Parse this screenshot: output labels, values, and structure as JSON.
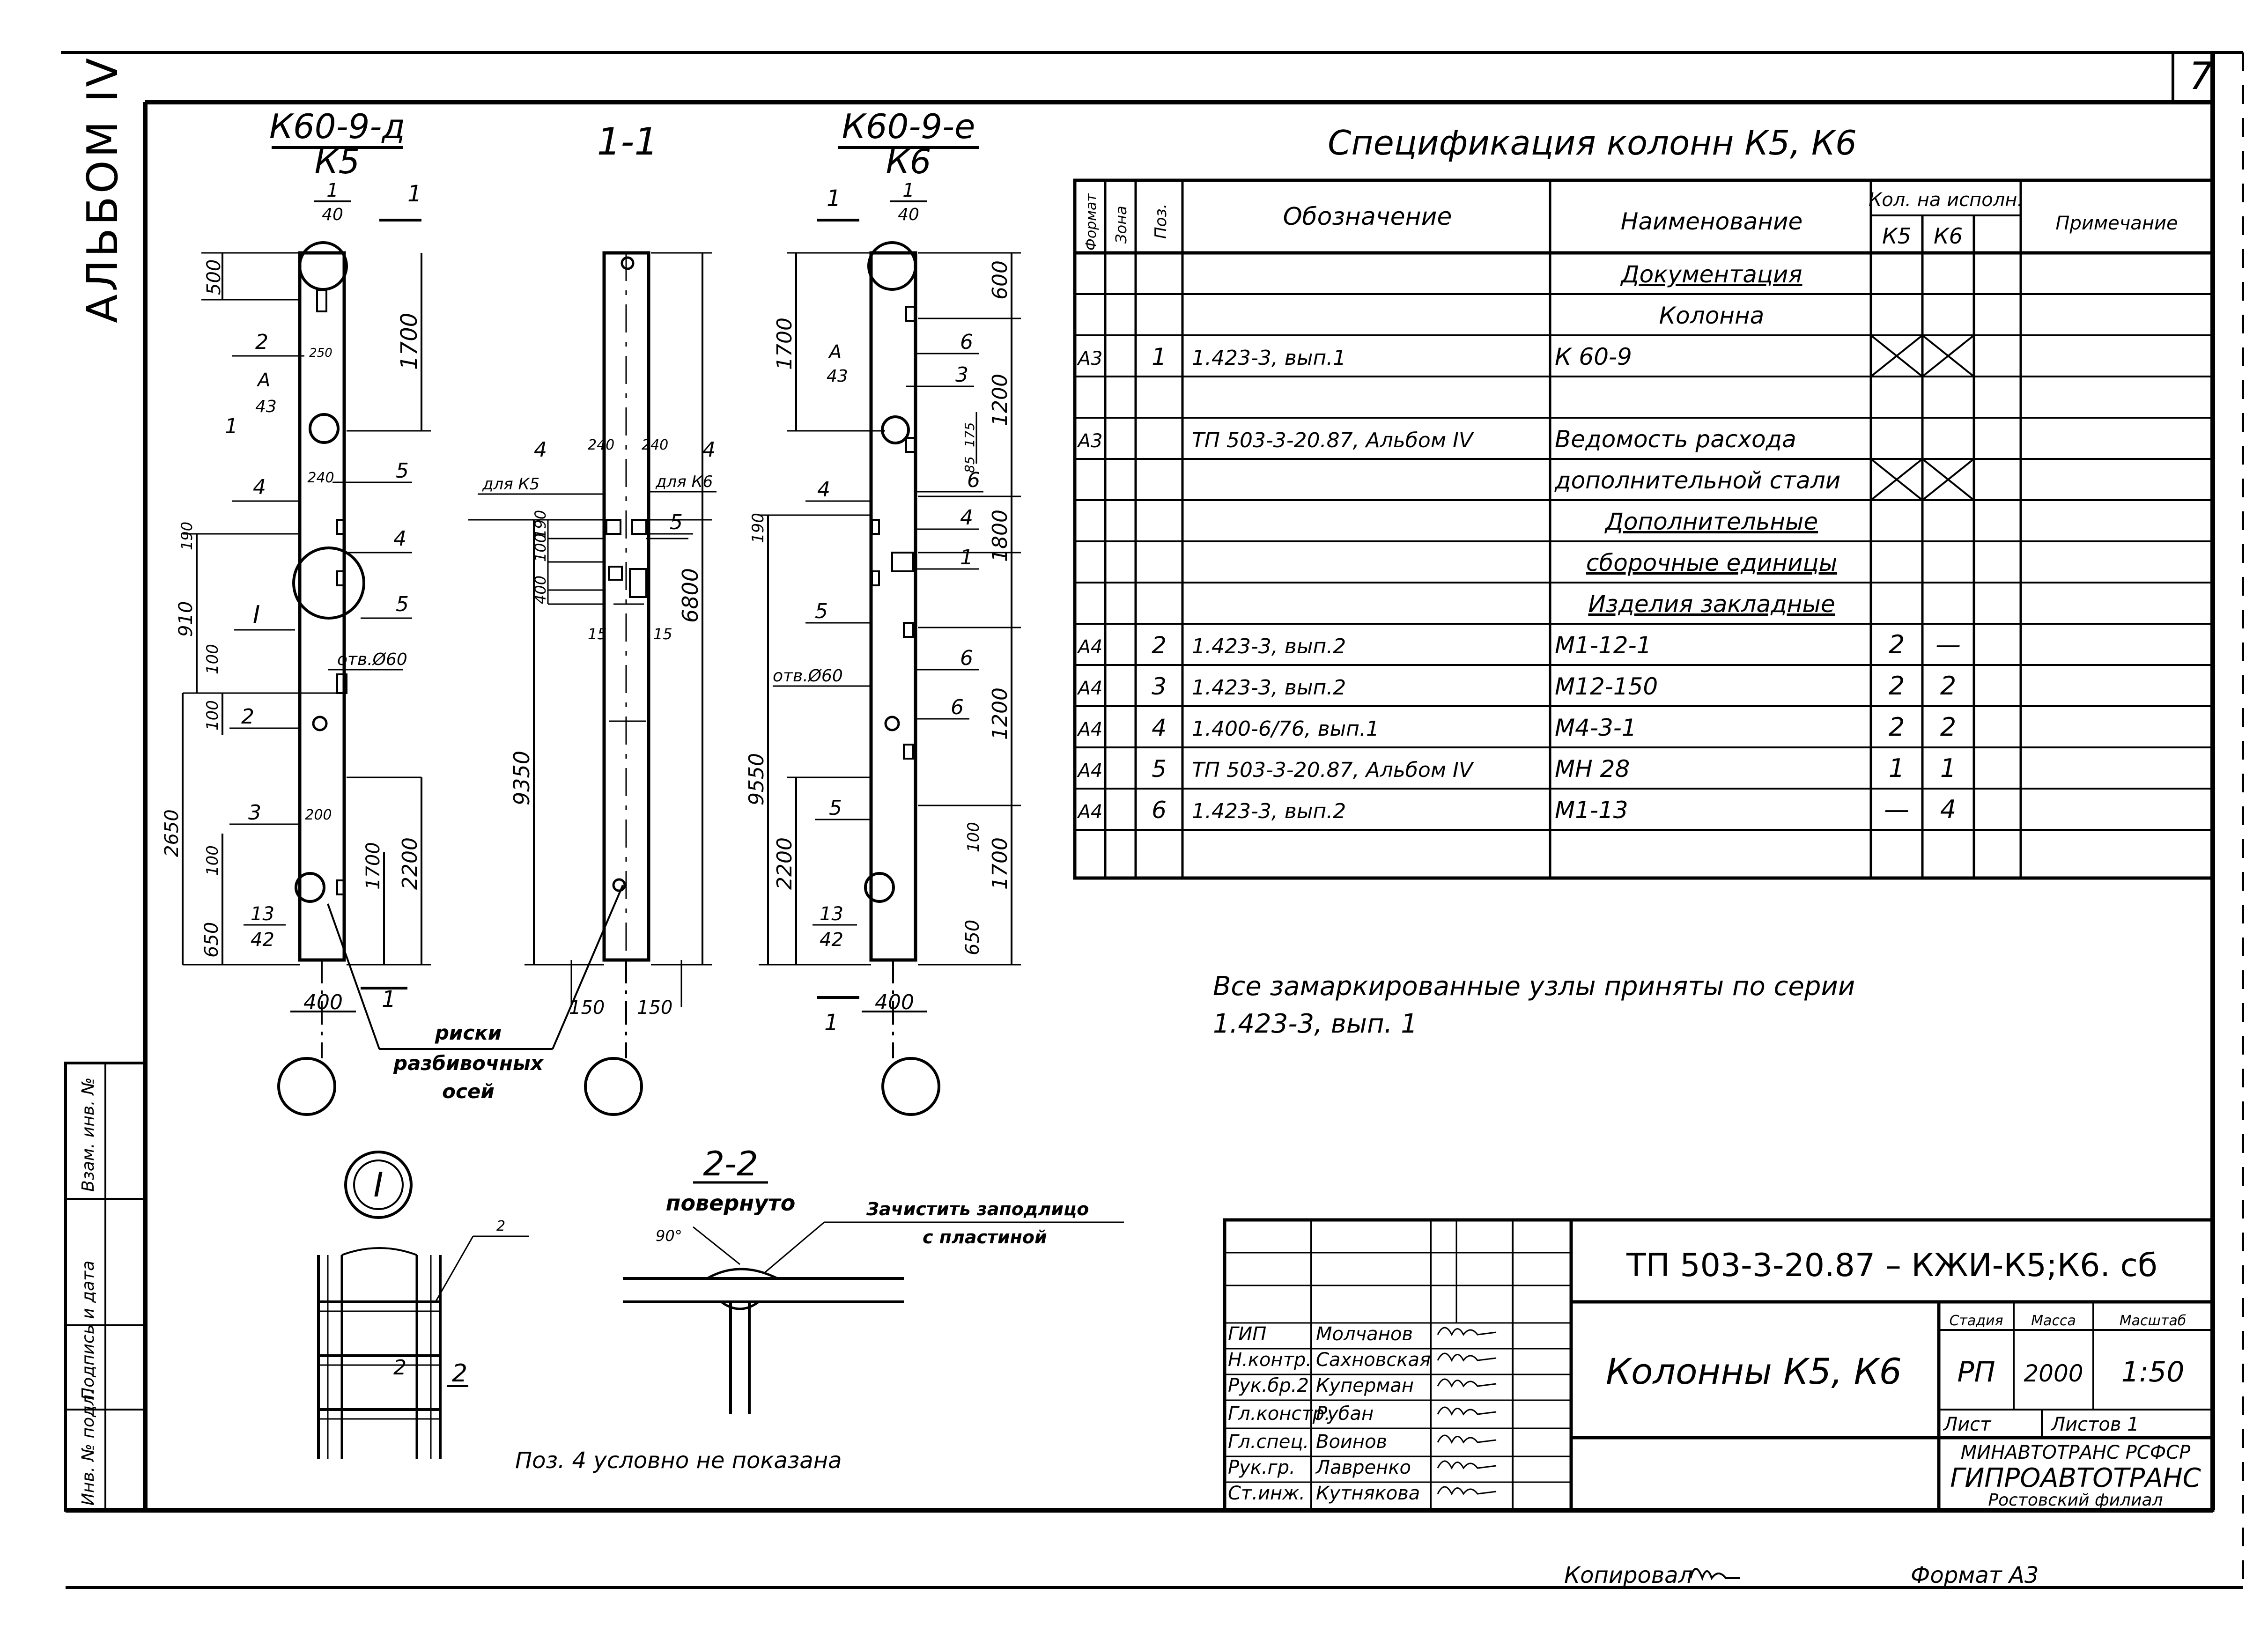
{
  "sheet_number": "7",
  "album_label": "АЛЬБОМ IV",
  "left_strip": {
    "inv_podl": "Инв. № подл.",
    "podpis_data": "Подпись и дата",
    "vzam_inv": "Взам. инв. №"
  },
  "drawings": {
    "k5": {
      "title": "К60-9-д",
      "subtitle": "К5",
      "dims": [
        "500",
        "1700",
        "190",
        "910",
        "100",
        "100",
        "2650",
        "100",
        "650",
        "1700",
        "2200",
        "400",
        "250",
        "240",
        "200"
      ],
      "callouts": {
        "sec_top": "1",
        "sec_bottom": "40",
        "cut": "1",
        "p2": "2",
        "p5": "5",
        "p4a": "4",
        "p4b": "4",
        "p5b": "5",
        "p1": "1",
        "a": "А",
        "a_sub": "43",
        "node": "I",
        "hole": "отв.Ø60",
        "p2b": "2",
        "p3": "3",
        "n13": "13",
        "n42": "42",
        "cut_b": "1"
      }
    },
    "sec11": {
      "title": "1-1",
      "dims": [
        "240",
        "240",
        "400",
        "100",
        "190",
        "6800",
        "9350",
        "15",
        "15",
        "150",
        "150"
      ],
      "labels": {
        "p4a": "4",
        "p4b": "4",
        "for_k5": "для К5",
        "for_k6": "для К6",
        "p5": "5"
      }
    },
    "k6": {
      "title": "К60-9-е",
      "subtitle": "К6",
      "dims": [
        "1700",
        "600",
        "1200",
        "175",
        "85",
        "190",
        "1800",
        "1200",
        "9550",
        "2200",
        "100",
        "1700",
        "650",
        "400"
      ],
      "callouts": {
        "sec_top": "1",
        "sec_bottom": "40",
        "cut": "1",
        "a": "А",
        "a_sub": "43",
        "p6a": "6",
        "p3": "3",
        "p6b": "6",
        "p4a": "4",
        "p4b": "4",
        "p1": "1",
        "p5": "5",
        "p6c": "6",
        "hole": "отв.Ø60",
        "p6d": "6",
        "p5b": "5",
        "n13": "13",
        "n42": "42",
        "cut_b": "1"
      }
    },
    "notes": {
      "riski": "риски",
      "razbivochnykh": "разбивочных",
      "osey": "осей"
    }
  },
  "spec": {
    "title": "Спецификация   колонн   К5, К6",
    "headers": {
      "format": "Формат",
      "zona": "Зона",
      "pos": "Поз.",
      "oboznachenie": "Обозначение",
      "naimenovanie": "Наименование",
      "kol": "Кол. на исполн.",
      "k5": "К5",
      "k6": "К6",
      "primechanie": "Примечание"
    },
    "rows": [
      {
        "format": "",
        "pos": "",
        "oboz": "",
        "naim": "Документация",
        "k5": "",
        "k6": "",
        "underline": true
      },
      {
        "format": "",
        "pos": "",
        "oboz": "",
        "naim": "Колонна",
        "k5": "",
        "k6": "",
        "underline": false
      },
      {
        "format": "А3",
        "pos": "1",
        "oboz": "1.423-3,   вып.1",
        "naim": "К 60-9",
        "k5": "",
        "k6": "",
        "cross": true
      },
      {
        "format": "",
        "pos": "",
        "oboz": "",
        "naim": "",
        "k5": "",
        "k6": ""
      },
      {
        "format": "А3",
        "pos": "",
        "oboz": "ТП 503-3-20.87,   Альбом IV",
        "naim": "Ведомость   расхода",
        "k5": "",
        "k6": ""
      },
      {
        "format": "",
        "pos": "",
        "oboz": "",
        "naim": "дополнительной   стали",
        "k5": "",
        "k6": "",
        "cross": true
      },
      {
        "format": "",
        "pos": "",
        "oboz": "",
        "naim": "Дополнительные",
        "k5": "",
        "k6": "",
        "underline": true
      },
      {
        "format": "",
        "pos": "",
        "oboz": "",
        "naim": "сборочные   единицы",
        "k5": "",
        "k6": "",
        "underline": true
      },
      {
        "format": "",
        "pos": "",
        "oboz": "",
        "naim": "Изделия   закладные",
        "k5": "",
        "k6": "",
        "underline": true
      },
      {
        "format": "А4",
        "pos": "2",
        "oboz": "1.423-3,   вып.2",
        "naim": "М1-12-1",
        "k5": "2",
        "k6": "—"
      },
      {
        "format": "А4",
        "pos": "3",
        "oboz": "1.423-3,   вып.2",
        "naim": "М12-150",
        "k5": "2",
        "k6": "2"
      },
      {
        "format": "А4",
        "pos": "4",
        "oboz": "1.400-6/76,  вып.1",
        "naim": "М4-3-1",
        "k5": "2",
        "k6": "2"
      },
      {
        "format": "А4",
        "pos": "5",
        "oboz": "ТП 503-3-20.87,  Альбом IV",
        "naim": "МН 28",
        "k5": "1",
        "k6": "1"
      },
      {
        "format": "А4",
        "pos": "6",
        "oboz": "1.423-3,   вып.2",
        "naim": "М1-13",
        "k5": "—",
        "k6": "4"
      },
      {
        "format": "",
        "pos": "",
        "oboz": "",
        "naim": "",
        "k5": "",
        "k6": ""
      }
    ]
  },
  "note": {
    "line1": "Все   замаркированные   узлы   приняты   по   серии",
    "line2": "1.423-3,  вып. 1"
  },
  "node_detail": {
    "label": "I",
    "dim_a": "2",
    "dim_b": "2",
    "mark": "2"
  },
  "section22": {
    "title": "2-2",
    "subtitle": "повернуто",
    "angle": "90°",
    "weld_note_1": "Зачистить   заподлицо",
    "weld_note_2": "с   пластиной"
  },
  "pos4_note": "Поз. 4   условно   не   показана",
  "title_block": {
    "code": "ТП 503-3-20.87 –  КЖИ-К5;К6. сб",
    "name": "Колонны  К5, К6",
    "stage_label": "Стадия",
    "mass_label": "Масса",
    "scale_label": "Масштаб",
    "stage": "РП",
    "mass": "2000",
    "scale": "1:50",
    "sheet_label": "Лист",
    "sheets_label": "Листов   1",
    "org1": "МИНАВТОТРАНС РСФСР",
    "org2": "ГИПРОАВТОТРАНС",
    "org3": "Ростовский  филиал",
    "people": [
      {
        "role": "ГИП",
        "name": "Молчанов"
      },
      {
        "role": "Н.контр.",
        "name": "Сахновская"
      },
      {
        "role": "Рук.бр.2",
        "name": "Куперман"
      },
      {
        "role": "Гл.констр.",
        "name": "Рубан"
      },
      {
        "role": "Гл.спец.",
        "name": "Воинов"
      },
      {
        "role": "Рук.гр.",
        "name": "Лавренко"
      },
      {
        "role": "Ст.инж.",
        "name": "Кутнякова"
      }
    ]
  },
  "footer": {
    "copied": "Копировал",
    "format": "Формат  А3"
  }
}
